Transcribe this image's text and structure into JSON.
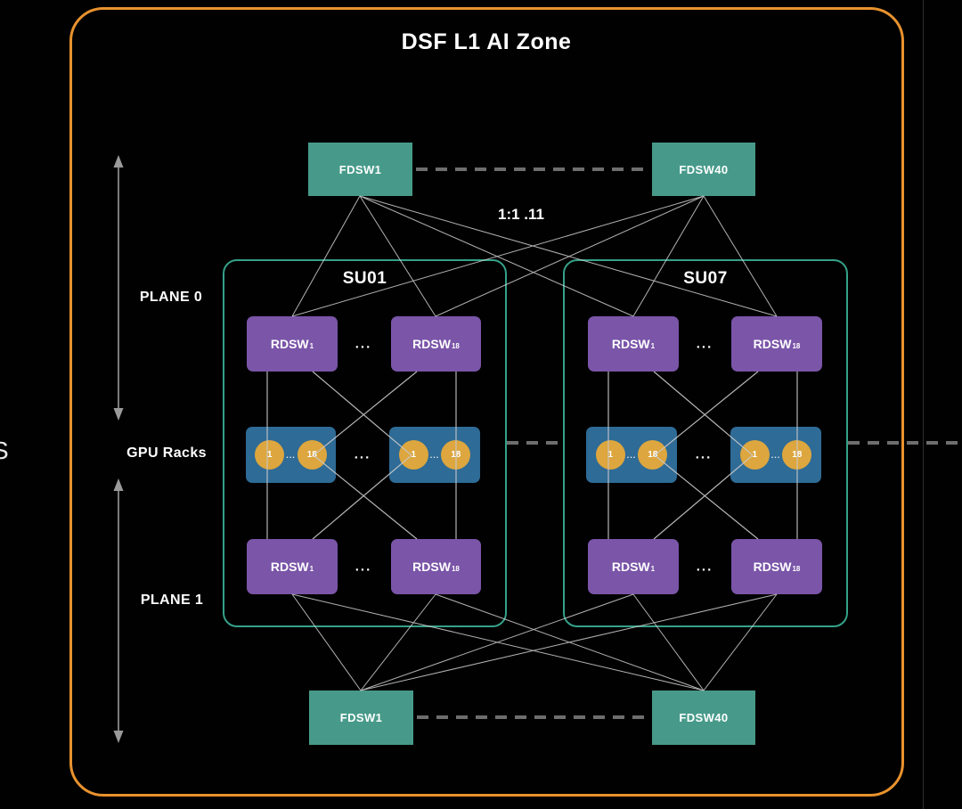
{
  "title": "DSF L1 AI Zone",
  "annotations": {
    "ratio": "1:1 .11",
    "edge_partial": "S"
  },
  "left_labels": {
    "plane0": "PLANE 0",
    "gpu_racks": "GPU Racks",
    "plane1": "PLANE 1"
  },
  "fdsw": {
    "top_left": "FDSW1",
    "top_right": "FDSW40",
    "bottom_left": "FDSW1",
    "bottom_right": "FDSW40"
  },
  "ellipsis": "...",
  "colors": {
    "background": "#010101",
    "frame_orange": "#E8922E",
    "fdsw_teal": "#479A8A",
    "rdsw_purple": "#7A55A8",
    "rack_blue": "#2E6B96",
    "gpu_gold": "#DDA63E",
    "su_border_teal": "#35A189",
    "fan_line_gray": "#D2D2D2",
    "dashed_gray": "#6E6E6E",
    "arrow_gray": "#9A9A9A",
    "text_white": "#FFFFFF"
  },
  "sus": [
    {
      "label": "SU01",
      "rdsw_top": [
        {
          "name": "RDSW",
          "sub": "1"
        },
        {
          "name": "RDSW",
          "sub": "18"
        }
      ],
      "rdsw_bottom": [
        {
          "name": "RDSW",
          "sub": "1"
        },
        {
          "name": "RDSW",
          "sub": "18"
        }
      ],
      "racks": [
        {
          "first": "1",
          "last": "18"
        },
        {
          "first": "1",
          "last": "18"
        }
      ]
    },
    {
      "label": "SU07",
      "rdsw_top": [
        {
          "name": "RDSW",
          "sub": "1"
        },
        {
          "name": "RDSW",
          "sub": "18"
        }
      ],
      "rdsw_bottom": [
        {
          "name": "RDSW",
          "sub": "1"
        },
        {
          "name": "RDSW",
          "sub": "18"
        }
      ],
      "racks": [
        {
          "first": "1",
          "last": "18"
        },
        {
          "first": "1",
          "last": "18"
        }
      ]
    }
  ]
}
